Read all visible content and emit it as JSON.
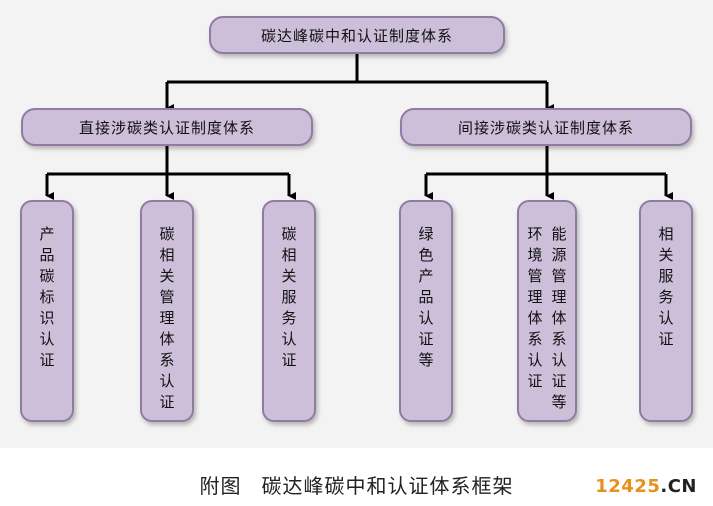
{
  "root": "碳达峰碳中和认证制度体系",
  "branches": [
    {
      "label": "直接涉碳类认证制度体系",
      "leaves": [
        {
          "columns": [
            "产品碳标识认证"
          ]
        },
        {
          "columns": [
            "碳相关管理体系认证"
          ]
        },
        {
          "columns": [
            "碳相关服务认证"
          ]
        }
      ]
    },
    {
      "label": "间接涉碳类认证制度体系",
      "leaves": [
        {
          "columns": [
            "绿色产品认证等"
          ]
        },
        {
          "columns": [
            "环境管理体系认证",
            "能源管理体系认证等"
          ]
        },
        {
          "columns": [
            "相关服务认证"
          ]
        }
      ]
    }
  ],
  "caption": {
    "prefix": "附图",
    "title": "碳达峰碳中和认证体系框架"
  },
  "watermark": {
    "text": "12425",
    "suffix": ".CN",
    "color_main": "#e8901c",
    "color_suffix": "#222222"
  },
  "colors": {
    "box_fill": "#cdbfd9",
    "box_border": "#8f7ca0",
    "connector": "#000000"
  }
}
